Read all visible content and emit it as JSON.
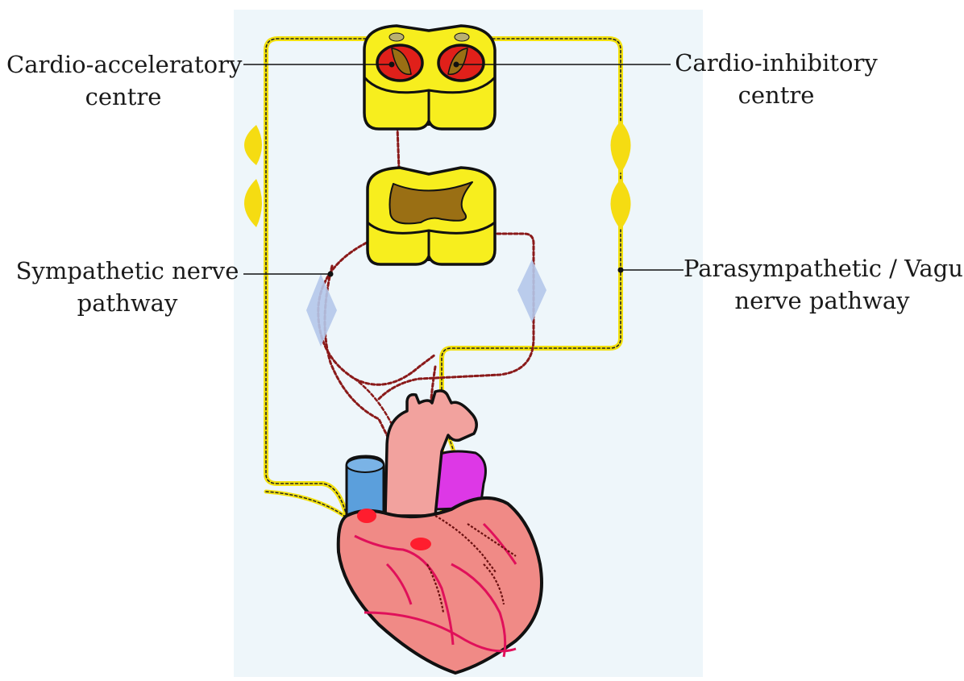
{
  "labels": {
    "cardio_accel": [
      "Cardio-acceleratory",
      "centre"
    ],
    "cardio_inhib": [
      "Cardio-inhibitory",
      "centre"
    ],
    "sympathetic": [
      "Sympathetic nerve",
      "pathway"
    ],
    "parasympathetic": [
      "Parasympathetic / Vagus",
      "nerve pathway"
    ]
  },
  "colors": {
    "panel": "#eef6fa",
    "vagus_yellow": "#f3e10e",
    "cord_yellow": "#f7ee1e",
    "centre_red": "#e0201a",
    "grey_matter": "#9a6f14",
    "sympathetic_red": "#8a1a1a",
    "ganglion_blue": "#b4c8ea",
    "heart_pink": "#f08a86",
    "heart_vessel": "#e0105a",
    "vena_blue": "#5b9fdc",
    "pulmonary_magenta": "#dd38e6"
  }
}
